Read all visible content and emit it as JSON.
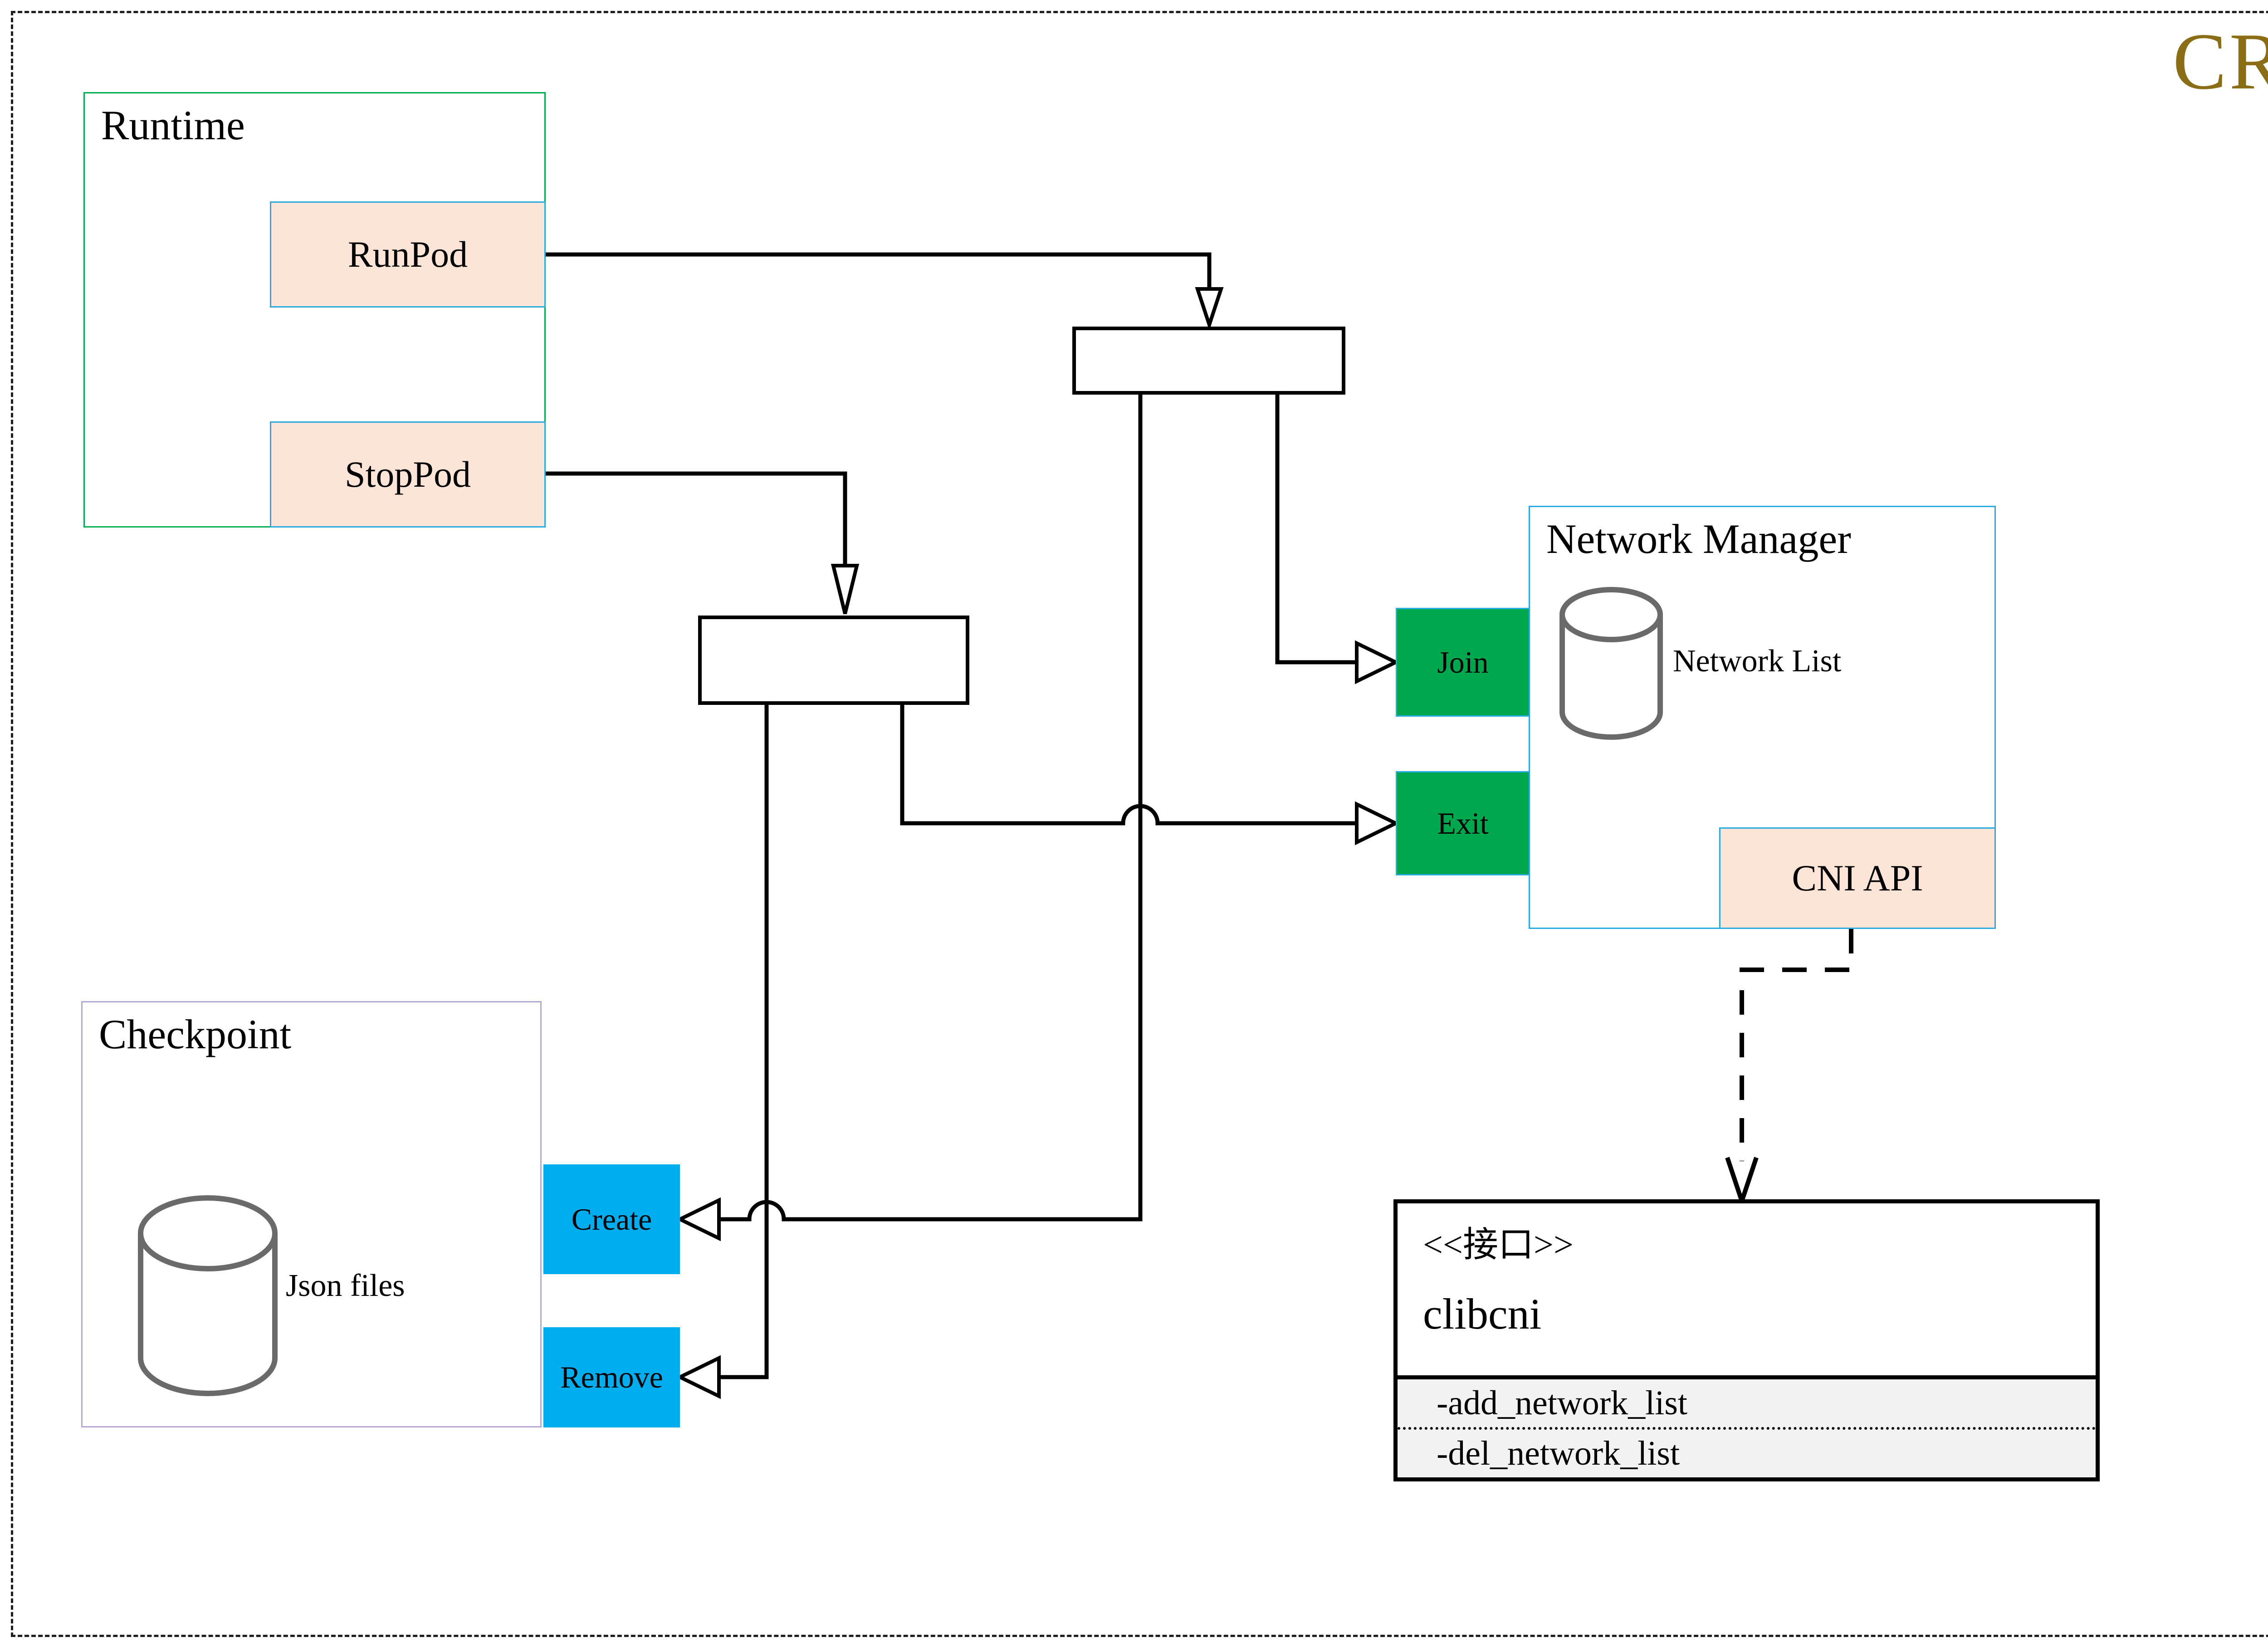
{
  "title": "CRI",
  "colors": {
    "gold": "#8A6D15",
    "green_border": "#00AE50",
    "blue_border": "#29ABE2",
    "purple_border": "#B4A7D6",
    "green_fill": "#00A84D",
    "cyan_fill": "#00AEEF",
    "peach_fill": "#FCE4D6",
    "methods_bg": "#F2F2F2",
    "cylinder_stroke": "#6A6A6A",
    "line_color": "#000000"
  },
  "runtime": {
    "label": "Runtime",
    "buttons": [
      {
        "label": "RunPod"
      },
      {
        "label": "StopPod"
      }
    ]
  },
  "checkpoint": {
    "label": "Checkpoint",
    "db_label": "Json files",
    "buttons": [
      {
        "label": "Create"
      },
      {
        "label": "Remove"
      }
    ]
  },
  "network_manager": {
    "label": "Network Manager",
    "db_label": "Network List",
    "buttons": [
      {
        "label": "Join"
      },
      {
        "label": "Exit"
      }
    ],
    "api_label": "CNI API"
  },
  "interface_class": {
    "stereotype": "<<接口>>",
    "name": "clibcni",
    "methods": [
      "-add_network_list",
      "-del_network_list"
    ]
  }
}
